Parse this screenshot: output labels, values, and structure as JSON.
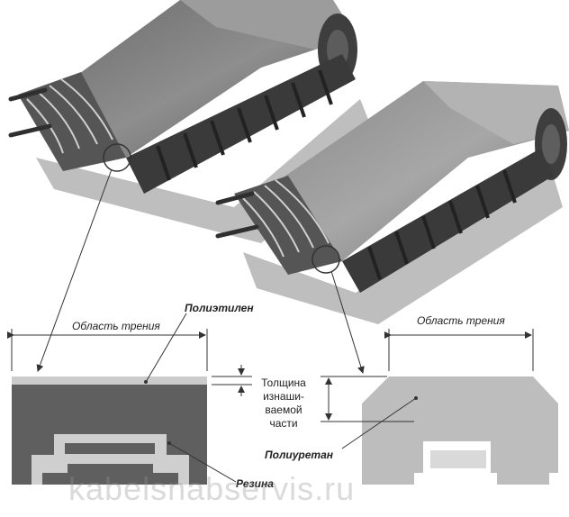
{
  "labels": {
    "friction_left": "Область трения",
    "friction_right": "Область трения",
    "polyethylene": "Полиэтилен",
    "rubber": "Резина",
    "polyurethane": "Полиуретан",
    "thickness_lines": [
      "Толщина",
      "изнаши-",
      "ваемой",
      "части"
    ]
  },
  "watermark": "kabelsnabservis.ru",
  "colors": {
    "belt_dark": "#4a4a4a",
    "belt_mid": "#7d7d7d",
    "belt_light": "#b8b8b8",
    "rubber": "#5f5f5f",
    "polyethylene": "#c9c9c9",
    "polyurethane": "#bdbdbd",
    "shadow": "#9a9a9a"
  }
}
